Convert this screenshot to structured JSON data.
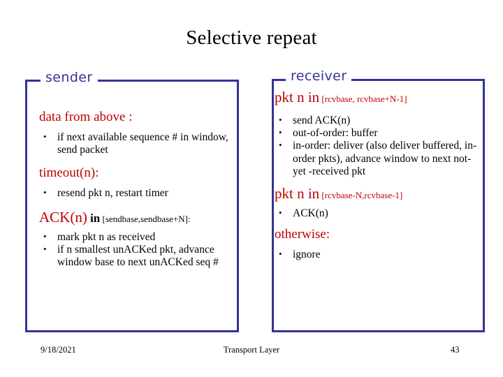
{
  "slide": {
    "title": "Selective repeat"
  },
  "sender": {
    "label": "sender",
    "blocks": [
      {
        "heading": "data from above :",
        "heading_size": "normal",
        "bullets": [
          "if next available sequence # in window, send packet"
        ]
      },
      {
        "heading": "timeout(n):",
        "heading_size": "normal",
        "bullets": [
          "resend pkt n, restart timer"
        ]
      },
      {
        "heading": "ACK(n)",
        "heading_size": "big",
        "heading_mid": "in",
        "heading_range": "[sendbase,sendbase+N]:",
        "heading_range_color": "black",
        "bullets": [
          "mark pkt n as received",
          "if n smallest unACKed pkt, advance window base to next unACKed seq #"
        ]
      }
    ]
  },
  "receiver": {
    "label": "receiver",
    "blocks": [
      {
        "heading": "pkt n in",
        "heading_size": "big",
        "heading_range": "[rcvbase, rcvbase+N-1]",
        "heading_range_color": "red",
        "bullets": [
          "send ACK(n)",
          "out-of-order: buffer",
          "in-order: deliver (also deliver buffered, in-order pkts), advance window to next not-yet -received pkt"
        ]
      },
      {
        "heading": "pkt n in",
        "heading_size": "big",
        "heading_range": "[rcvbase-N,rcvbase-1]",
        "heading_range_color": "red",
        "bullets": [
          "ACK(n)"
        ]
      },
      {
        "heading": "otherwise:",
        "heading_size": "normal",
        "bullets": [
          "ignore"
        ]
      }
    ]
  },
  "footer": {
    "date": "9/18/2021",
    "title": "Transport Layer",
    "page": "43"
  },
  "colors": {
    "border": "#333399",
    "label": "#333399",
    "heading": "#c00000",
    "body": "#000000",
    "background": "#ffffff"
  }
}
